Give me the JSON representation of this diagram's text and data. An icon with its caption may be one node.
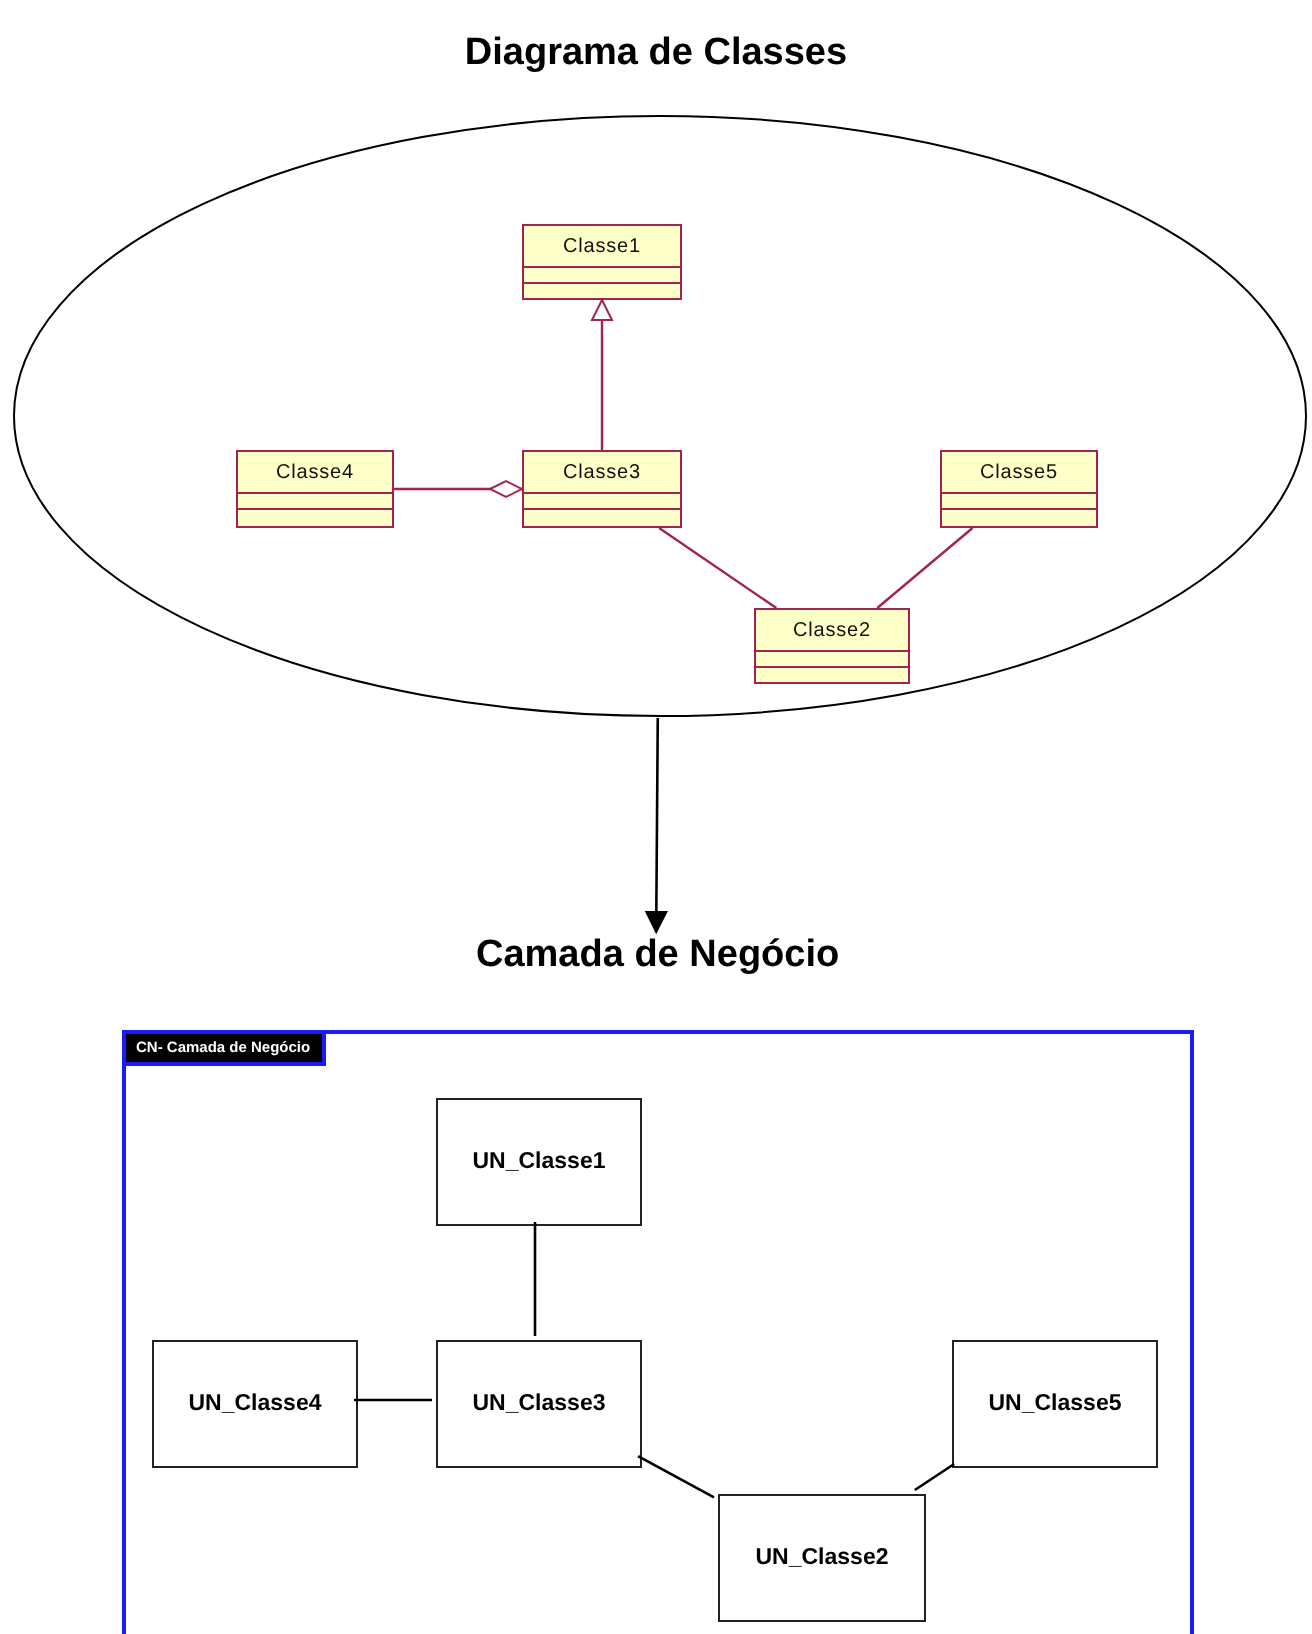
{
  "diagram": {
    "title": "Diagrama de Classes",
    "nodes": [
      {
        "text": [],
        "shape": "ellipse"
      },
      {
        "text": [
          "Classe1"
        ],
        "in": 0
      },
      {
        "text": [
          "Classe4"
        ],
        "in": 0
      },
      {
        "text": [
          "Classe3"
        ],
        "in": 0
      },
      {
        "text": [
          "Classe5"
        ],
        "in": 0
      },
      {
        "text": [
          "Classe2"
        ],
        "in": 0
      },
      {
        "text": [
          "Camada de Negócio"
        ]
      },
      {
        "text": [
          "CN- Camada de Negócio"
        ]
      },
      {
        "text": [
          "UN_Classe1"
        ],
        "in": 7
      },
      {
        "text": [
          "UN_Classe4"
        ],
        "in": 7
      },
      {
        "text": [
          "UN_Classe3"
        ],
        "in": 7
      },
      {
        "text": [
          "UN_Classe5"
        ],
        "in": 7
      },
      {
        "text": [
          "UN_Classe2"
        ],
        "in": 7
      }
    ],
    "edges": [
      {
        "from": 3,
        "to": 1,
        "arrow": "to",
        "color": "#a3234f"
      },
      {
        "from": 2,
        "to": 3,
        "arrow": "other",
        "color": "#a3234f"
      },
      {
        "from": 3,
        "to": 5,
        "arrow": "none",
        "color": "#a3234f"
      },
      {
        "from": 4,
        "to": 5,
        "arrow": "none",
        "color": "#a3234f"
      },
      {
        "from": 0,
        "to": 6,
        "arrow": "to"
      },
      {
        "from": 10,
        "to": 8,
        "arrow": "none"
      },
      {
        "from": 9,
        "to": 10,
        "arrow": "none"
      },
      {
        "from": 10,
        "to": 12,
        "arrow": "none"
      },
      {
        "from": 11,
        "to": 12,
        "arrow": "none"
      }
    ]
  }
}
